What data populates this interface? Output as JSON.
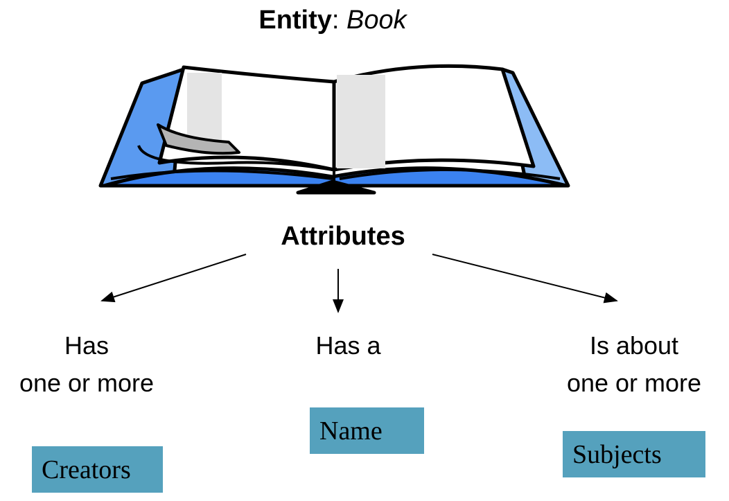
{
  "title": {
    "label": "Entity",
    "separator": ": ",
    "value": "Book"
  },
  "attributes_label": "Attributes",
  "branches": [
    {
      "line1": "Has",
      "line2": "one or more",
      "box": "Creators"
    },
    {
      "line1": "Has a",
      "line2": "",
      "box": "Name"
    },
    {
      "line1": "Is about",
      "line2": "one or more",
      "box": "Subjects"
    }
  ],
  "colors": {
    "box": "#55a1bd",
    "book_blue": "#3b82f0",
    "book_light_blue": "#8cbcf5"
  }
}
